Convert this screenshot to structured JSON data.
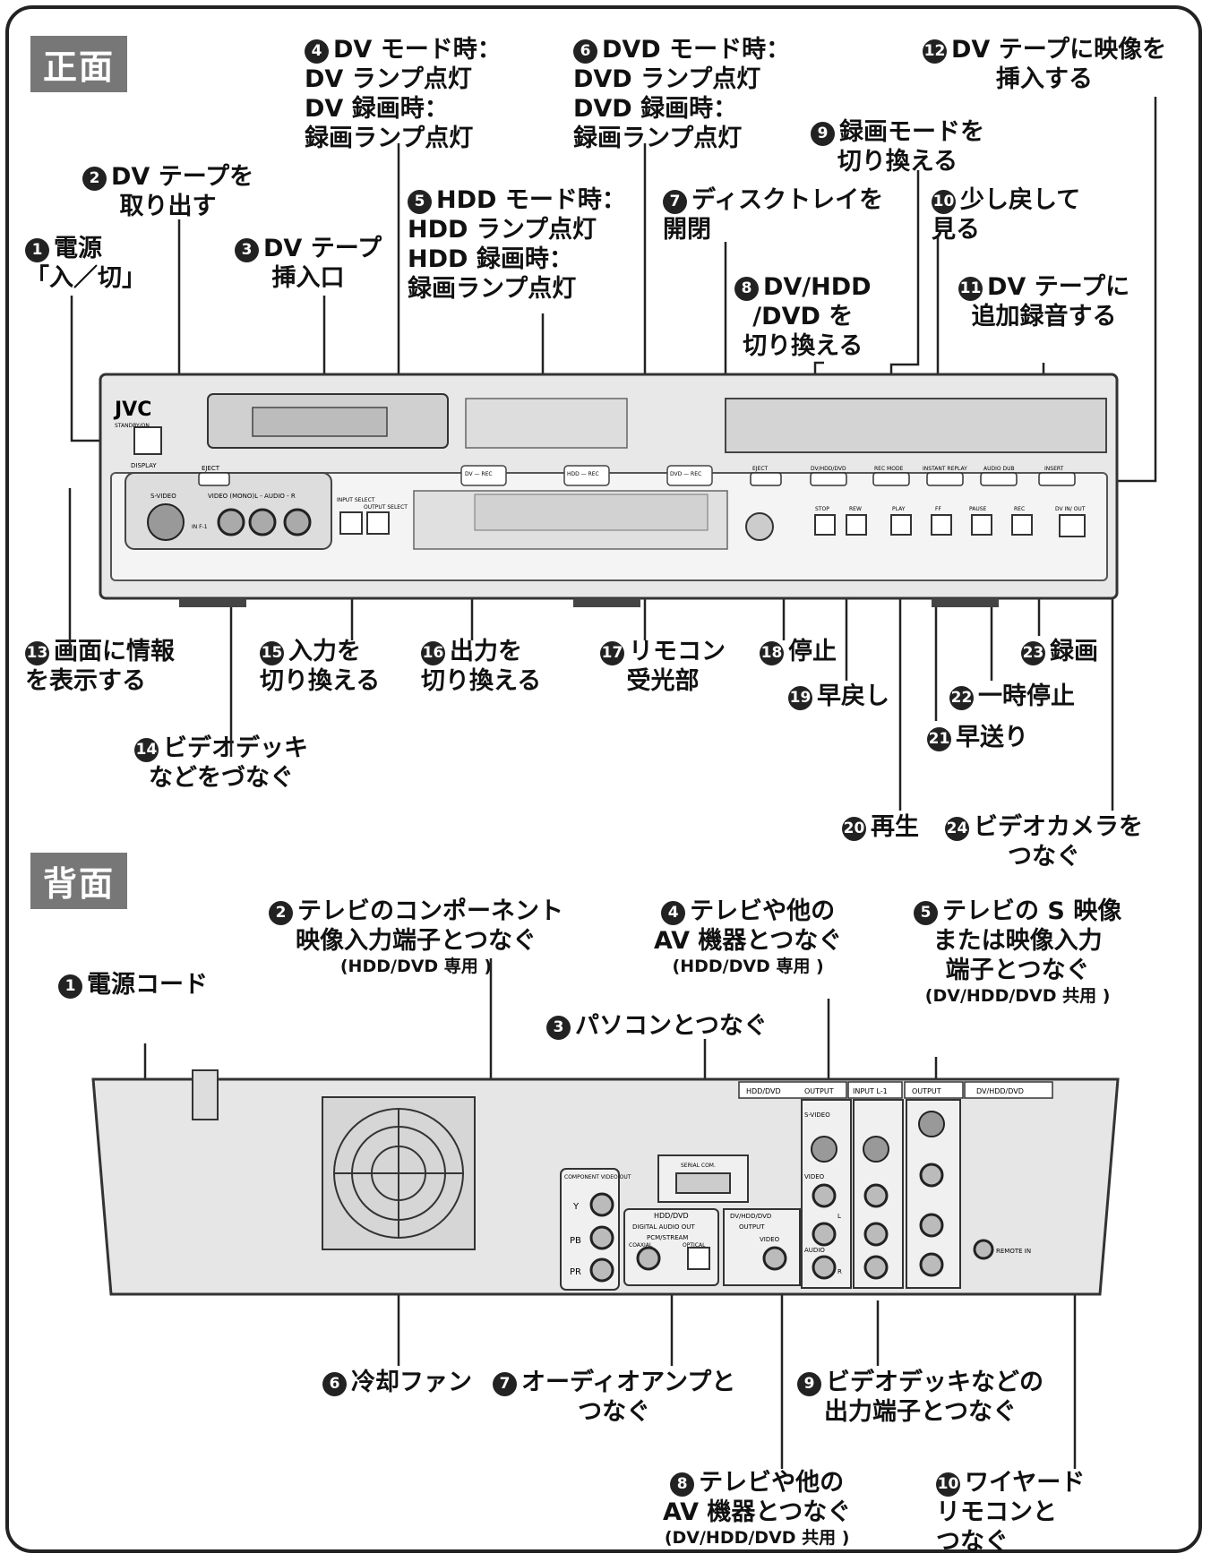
{
  "sections": {
    "front": "正面",
    "back": "背面"
  },
  "front": {
    "labels": [
      {
        "num": "1",
        "lines": [
          "電源",
          "「入／切」"
        ]
      },
      {
        "num": "2",
        "lines": [
          "DV テープを",
          "取り出す"
        ]
      },
      {
        "num": "3",
        "lines": [
          "DV テープ",
          "挿入口"
        ]
      },
      {
        "num": "4",
        "lines": [
          "DV モード時：",
          "DV ランプ点灯",
          "DV 録画時：",
          "録画ランプ点灯"
        ]
      },
      {
        "num": "5",
        "lines": [
          "HDD モード時：",
          "HDD ランプ点灯",
          "HDD 録画時：",
          "録画ランプ点灯"
        ]
      },
      {
        "num": "6",
        "lines": [
          "DVD モード時：",
          "DVD ランプ点灯",
          "DVD 録画時：",
          "録画ランプ点灯"
        ]
      },
      {
        "num": "7",
        "lines": [
          "ディスクトレイを",
          "開閉"
        ]
      },
      {
        "num": "8",
        "lines": [
          "DV/HDD",
          "/DVD を",
          "切り換える"
        ]
      },
      {
        "num": "9",
        "lines": [
          "録画モードを",
          "切り換える"
        ]
      },
      {
        "num": "10",
        "lines": [
          "少し戻して",
          "見る"
        ]
      },
      {
        "num": "11",
        "lines": [
          "DV テープに",
          "追加録音する"
        ]
      },
      {
        "num": "12",
        "lines": [
          "DV テープに映像を",
          "挿入する"
        ]
      },
      {
        "num": "13",
        "lines": [
          "画面に情報",
          "を表示する"
        ]
      },
      {
        "num": "14",
        "lines": [
          "ビデオデッキ",
          "などをづなぐ"
        ]
      },
      {
        "num": "15",
        "lines": [
          "入力を",
          "切り換える"
        ]
      },
      {
        "num": "16",
        "lines": [
          "出力を",
          "切り換える"
        ]
      },
      {
        "num": "17",
        "lines": [
          "リモコン",
          "受光部"
        ]
      },
      {
        "num": "18",
        "lines": [
          "停止"
        ]
      },
      {
        "num": "19",
        "lines": [
          "早戻し"
        ]
      },
      {
        "num": "20",
        "lines": [
          "再生"
        ]
      },
      {
        "num": "21",
        "lines": [
          "早送り"
        ]
      },
      {
        "num": "22",
        "lines": [
          "一時停止"
        ]
      },
      {
        "num": "23",
        "lines": [
          "録画"
        ]
      },
      {
        "num": "24",
        "lines": [
          "ビデオカメラを",
          "つなぐ"
        ]
      }
    ],
    "panel": {
      "brand": "JVC",
      "standby": "STANDBY/ON",
      "display": "DISPLAY",
      "eject": "EJECT",
      "svideo": "S-VIDEO",
      "video_audio": "VIDEO (MONO)L - AUDIO - R",
      "inf1": "IN F-1",
      "input_select": "INPUT SELECT",
      "output_select": "OUTPUT SELECT",
      "dv_rec": "DV — REC",
      "hdd_rec": "HDD — REC",
      "dvd_rec": "DVD — REC",
      "eject2": "EJECT",
      "dvhdddvd": "DV/HDD/DVD",
      "recmode": "REC MODE",
      "instant": "INSTANT REPLAY",
      "audiodub": "AUDIO DUB",
      "insert": "INSERT",
      "stop": "STOP",
      "rew": "REW",
      "play": "PLAY",
      "ff": "FF",
      "pause": "PAUSE",
      "rec": "REC",
      "dvinout": "DV IN/ OUT"
    }
  },
  "back": {
    "labels": [
      {
        "num": "1",
        "lines": [
          "電源コード"
        ],
        "sub": ""
      },
      {
        "num": "2",
        "lines": [
          "テレビのコンポーネント",
          "映像入力端子とつなぐ"
        ],
        "sub": "(HDD/DVD 専用 )"
      },
      {
        "num": "3",
        "lines": [
          "パソコンとつなぐ"
        ],
        "sub": ""
      },
      {
        "num": "4",
        "lines": [
          "テレビや他の",
          "AV 機器とつなぐ"
        ],
        "sub": "(HDD/DVD 専用 )"
      },
      {
        "num": "5",
        "lines": [
          "テレビの S 映像",
          "または映像入力",
          "端子とつなぐ"
        ],
        "sub": "(DV/HDD/DVD 共用 )"
      },
      {
        "num": "6",
        "lines": [
          "冷却ファン"
        ],
        "sub": ""
      },
      {
        "num": "7",
        "lines": [
          "オーディオアンプと",
          "つなぐ"
        ],
        "sub": ""
      },
      {
        "num": "8",
        "lines": [
          "テレビや他の",
          "AV 機器とつなぐ"
        ],
        "sub": "(DV/HDD/DVD 共用 )"
      },
      {
        "num": "9",
        "lines": [
          "ビデオデッキなどの",
          "出力端子とつなぐ"
        ],
        "sub": ""
      },
      {
        "num": "10",
        "lines": [
          "ワイヤード",
          "リモコンと",
          "つなぐ"
        ],
        "sub": ""
      }
    ],
    "panel": {
      "hdddvd_output": "HDD/DVD",
      "output": "OUTPUT",
      "input_l1": "INPUT L-1",
      "output2": "OUTPUT",
      "dvhdddvd": "DV/HDD/DVD",
      "svideo": "S-VIDEO",
      "video": "VIDEO",
      "l": "L",
      "audio": "AUDIO",
      "r": "R",
      "component": "COMPONENT VIDEO OUT",
      "y": "Y",
      "pb": "PB",
      "pr": "PR",
      "serial": "SERIAL COM.",
      "hdddvd2": "HDD/DVD",
      "digital": "DIGITAL AUDIO OUT",
      "pcm": "PCM/STREAM",
      "coaxial": "COAXIAL",
      "optical": "OPTICAL",
      "dvhdddvd2": "DV/HDD/DVD",
      "output3": "OUTPUT",
      "video2": "VIDEO",
      "remote": "REMOTE IN"
    }
  }
}
